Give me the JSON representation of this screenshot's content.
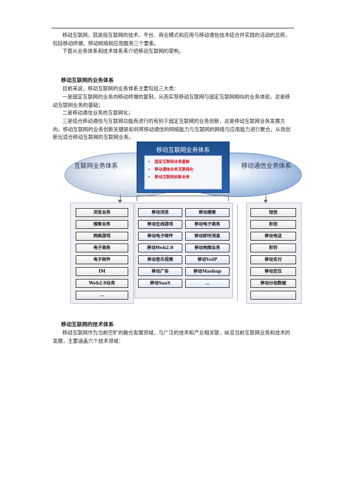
{
  "intro": {
    "p1": "移动互联网，就是指互联网的技术、平台、商业模式和应用与移动通信技术结合并实践的活动的总称，包括移动终端、移动网络和应用服务三个要素。",
    "p2": "下面从业务体系和技术体系来介绍移动互联网的架构。"
  },
  "business_section": {
    "heading": "移动互联网的业务体系",
    "p1": "目前来说，移动互联网的业务体系主要包括三大类：",
    "p2": "一是固定互联网的业务向移动终端的复制，从而实现移动互联网与固定互联网相似的业务体验，这是移动互联网业务的基础；",
    "p3": "二是移动通信业务的互联网化；",
    "p4": "三是结合移动通信与互联网功能而进行的有别于固定互联网的业务创新，这是移动互联网业务发展方向，移动互联网的业务创新关键是如何将移动通信的网络能力与互联网的网络与应用能力进行聚合，从而创新出适合移动互联网的互联网业务。"
  },
  "diagram": {
    "center_title": "移动互联网业务体系",
    "bullets": [
      "固定互联网业务复制",
      "移动通信业务互联网化",
      "移动互联网创新业务"
    ],
    "left_label": "互联网业务体系",
    "right_label": "移动通信业务体系",
    "left_column": [
      "浏览业务",
      "搜索业务",
      "网络游戏",
      "电子商务",
      "电子邮件",
      "IM",
      "Web2.0业务",
      "…"
    ],
    "middle_left_column": [
      "移动浏览",
      "移动在线游戏",
      "移动电子邮件",
      "移动Web2.0",
      "移动音乐视频",
      "移动广告",
      "移动SaaS"
    ],
    "middle_right_column": [
      "移动搜索",
      "移动电子商务",
      "移动即时消息",
      "移动地图业务",
      "移动VoIP",
      "移动Mashup",
      "…"
    ],
    "right_column": [
      "短信",
      "彩信",
      "移动电话",
      "彩铃",
      "移动支付",
      "移动定位",
      "移动分组数据",
      ""
    ]
  },
  "tech_section": {
    "heading": "移动互联网的技术体系",
    "p1": "移动互联网作为当前空旷的融合发展领域，与广泛的技术和产业相关联，纵览当前互联网业务和技术的发展，主要涵盖六个技术领域："
  },
  "colors": {
    "center_box": "#1f4e8c",
    "bullet_text": "#d0121a"
  }
}
